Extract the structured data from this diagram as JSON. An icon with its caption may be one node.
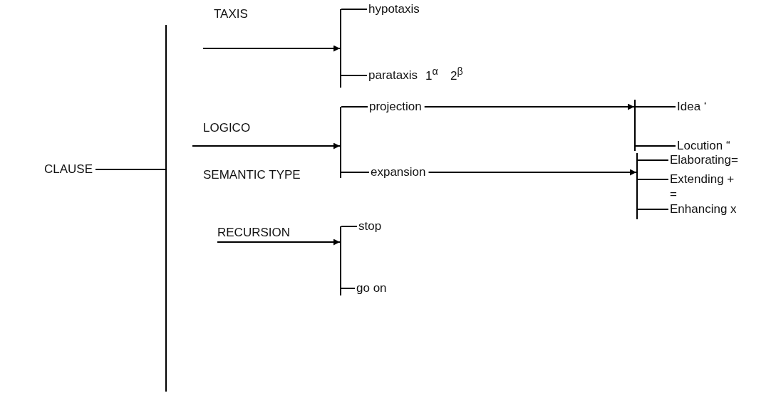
{
  "diagram": {
    "nodes": [
      {
        "text": [
          "CLAUSE"
        ]
      },
      {
        "text": [],
        "shape": "bracket"
      },
      {
        "text": [],
        "shape": "bracket"
      },
      {
        "text": [
          "hypotaxis"
        ]
      },
      {
        "text": [
          "parataxis"
        ]
      },
      {
        "text": [],
        "shape": "bracket"
      },
      {
        "text": [
          "projection"
        ]
      },
      {
        "text": [
          "expansion"
        ]
      },
      {
        "text": [],
        "shape": "bracket"
      },
      {
        "text": [
          "Idea ‘"
        ]
      },
      {
        "text": [
          "Locution “"
        ]
      },
      {
        "text": [],
        "shape": "bracket"
      },
      {
        "text": [
          "Elaborating="
        ]
      },
      {
        "text": [
          "Extending +"
        ]
      },
      {
        "text": [
          "Enhancing x"
        ]
      },
      {
        "text": [],
        "shape": "bracket"
      },
      {
        "text": [
          "stop"
        ]
      },
      {
        "text": [
          "go on"
        ]
      }
    ],
    "edges": [
      {
        "from": 0,
        "to": 1,
        "arrow": "none"
      },
      {
        "from": null,
        "to": 2,
        "arrow": "to",
        "label": "TAXIS"
      },
      {
        "from": 2,
        "to": 3,
        "arrow": "none"
      },
      {
        "from": 2,
        "to": 4,
        "arrow": "none"
      },
      {
        "from": null,
        "to": 5,
        "arrow": "to",
        "label": "LOGICO SEMANTIC TYPE"
      },
      {
        "from": 5,
        "to": 6,
        "arrow": "none"
      },
      {
        "from": 5,
        "to": 7,
        "arrow": "none"
      },
      {
        "from": 6,
        "to": 8,
        "arrow": "to"
      },
      {
        "from": 7,
        "to": 11,
        "arrow": "to"
      },
      {
        "from": 8,
        "to": 9,
        "arrow": "none"
      },
      {
        "from": 8,
        "to": 10,
        "arrow": "none"
      },
      {
        "from": 11,
        "to": 12,
        "arrow": "none"
      },
      {
        "from": 11,
        "to": 13,
        "arrow": "none"
      },
      {
        "from": 11,
        "to": 14,
        "arrow": "none"
      },
      {
        "from": null,
        "to": 15,
        "arrow": "to",
        "label": "RECURSION"
      },
      {
        "from": 15,
        "to": 16,
        "arrow": "none"
      },
      {
        "from": 15,
        "to": 17,
        "arrow": "none"
      }
    ],
    "labels": [
      "1$^{α}$",
      "2$^{β}$",
      "="
    ]
  }
}
